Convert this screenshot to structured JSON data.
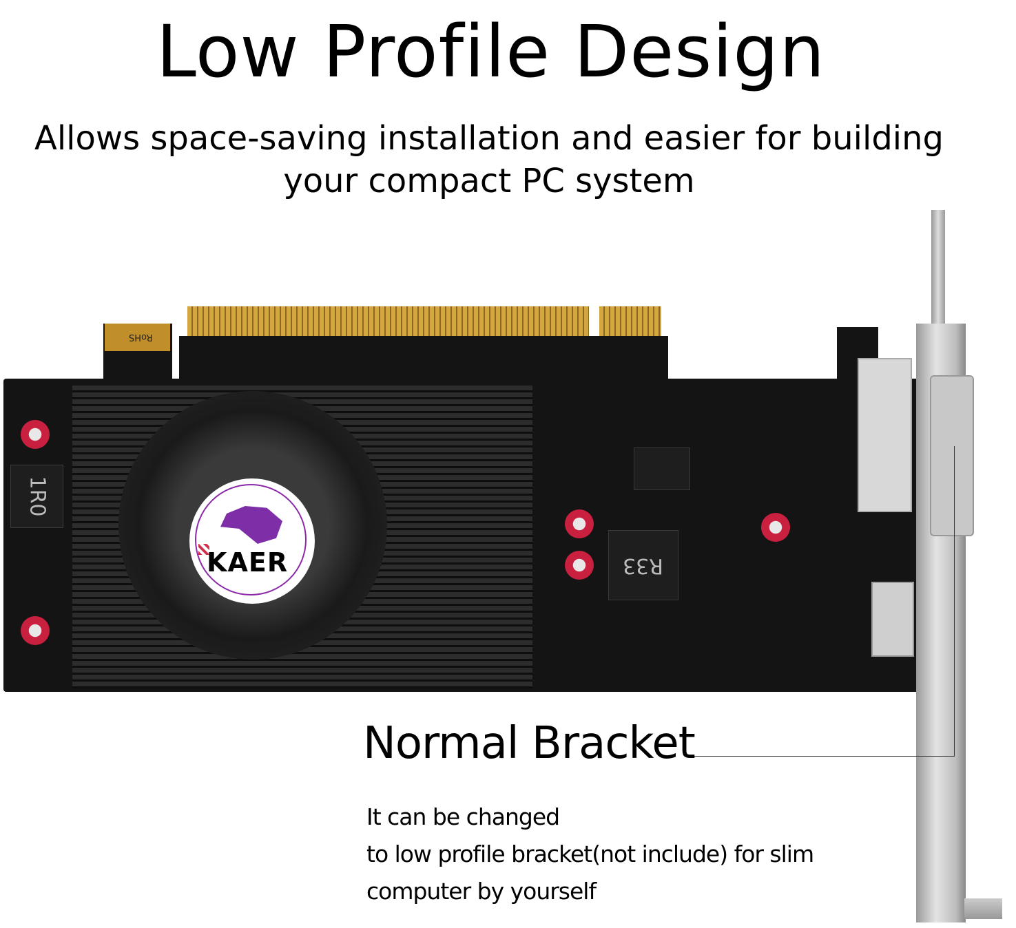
{
  "header": {
    "title": "Low Profile Design",
    "subtitle_line1": "Allows space-saving installation and easier for building",
    "subtitle_line2": "your compact PC system"
  },
  "product": {
    "brand_logo_text": "KAER",
    "board_markings": {
      "inductor_main": "R33",
      "inductor_left": "1R0",
      "rohs": "RoHS"
    },
    "colors": {
      "pcb": "#141414",
      "gold_fingers": "#d4a640",
      "logo_purple": "#7e2fa8",
      "logo_red": "#d0304a",
      "bracket": "#c8c8c8"
    }
  },
  "callout": {
    "label": "Normal Bracket",
    "description": [
      "It can be changed",
      "to low profile bracket(not include) for slim",
      "computer by yourself"
    ]
  }
}
